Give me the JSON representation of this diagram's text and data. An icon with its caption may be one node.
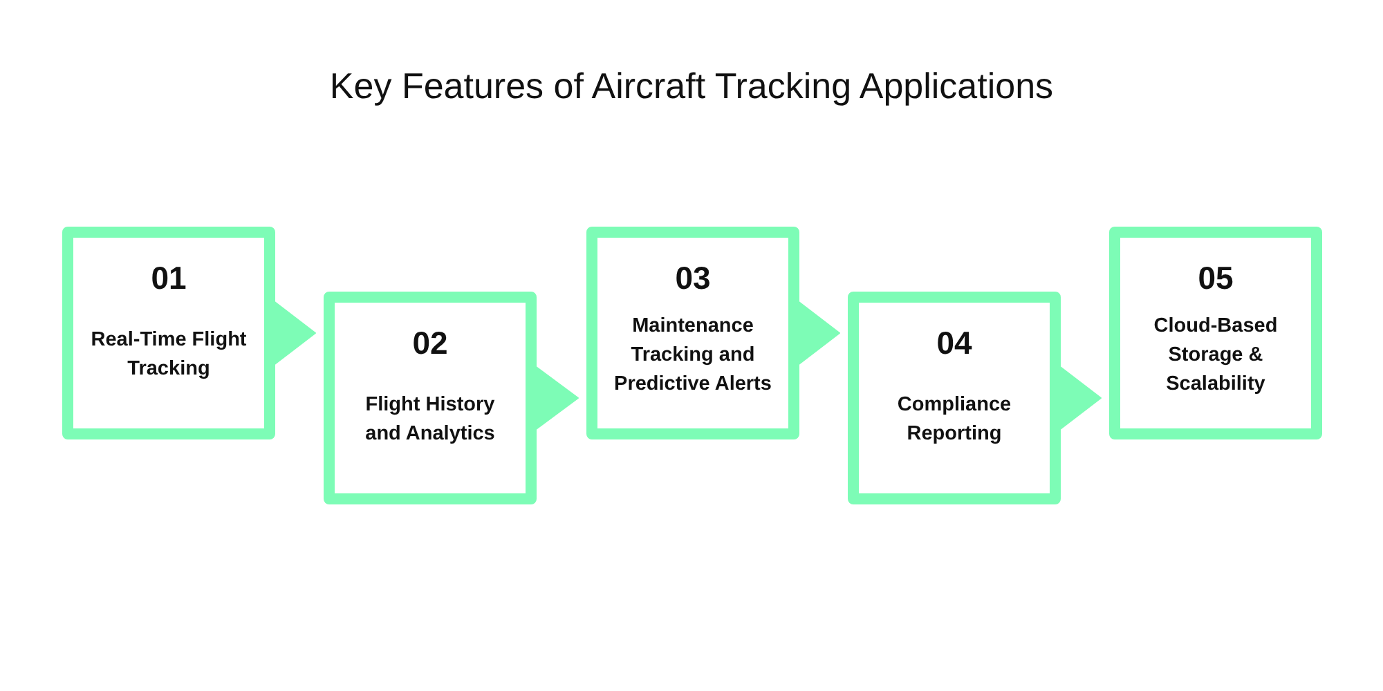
{
  "diagram": {
    "title": "Key Features of Aircraft Tracking Applications",
    "nodes": [
      {
        "text": [
          "01",
          "Real-Time Flight Tracking"
        ]
      },
      {
        "text": [
          "02",
          "Flight History and Analytics"
        ]
      },
      {
        "text": [
          "03",
          "Maintenance Tracking and Predictive Alerts"
        ]
      },
      {
        "text": [
          "04",
          "Compliance Reporting"
        ]
      },
      {
        "text": [
          "05",
          "Cloud-Based Storage & Scalability"
        ]
      }
    ],
    "edges": [
      {
        "from": 0,
        "to": 1,
        "arrow": "to"
      },
      {
        "from": 1,
        "to": 2,
        "arrow": "to"
      },
      {
        "from": 2,
        "to": 3,
        "arrow": "to"
      },
      {
        "from": 3,
        "to": 4,
        "arrow": "to"
      }
    ]
  }
}
